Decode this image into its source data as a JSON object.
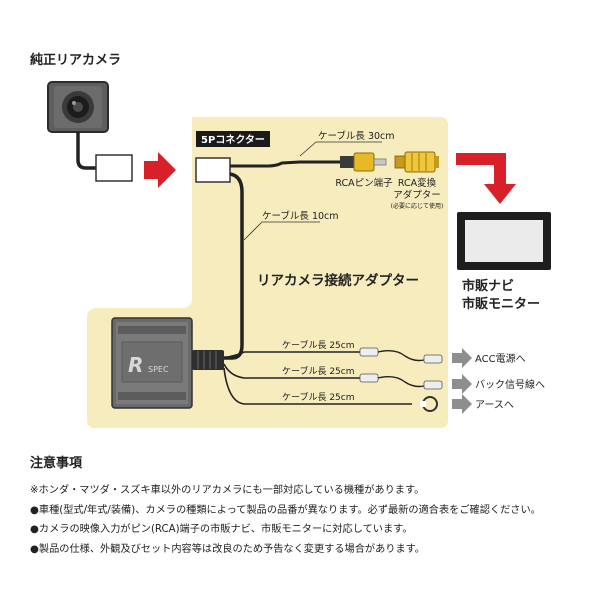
{
  "camera": {
    "label": "純正リアカメラ"
  },
  "connector": {
    "label": "5Pコネクター"
  },
  "cables": {
    "cable_30": "ケーブル長 30cm",
    "cable_10": "ケーブル長 10cm",
    "cable_25_a": "ケーブル長 25cm",
    "cable_25_b": "ケーブル長 25cm",
    "cable_25_c": "ケーブル長 25cm"
  },
  "rca_pin": {
    "label": "RCAピン端子"
  },
  "rca_adapter": {
    "line1": "RCA変換",
    "line2": "アダプター",
    "note": "(必要に応じて使用)"
  },
  "adapter": {
    "title": "リアカメラ接続アダプター",
    "logo_letter": "R",
    "logo_text": "SPEC"
  },
  "monitor": {
    "line1": "市販ナビ",
    "line2": "市販モニター"
  },
  "outputs": [
    "ACC電源へ",
    "バック信号線へ",
    "アースへ"
  ],
  "colors": {
    "accent_red": "#d8202a",
    "panel": "#f6ecbe",
    "rca_yellow": "#f0c63a"
  },
  "notes": {
    "title": "注意事項",
    "items": [
      "※ホンダ・マツダ・スズキ車以外のリアカメラにも一部対応している機種があります。",
      "●車種(型式/年式/装備)、カメラの種類によって製品の品番が異なります。必ず最新の適合表をご確認ください。",
      "●カメラの映像入力がピン(RCA)端子の市販ナビ、市販モニターに対応しています。",
      "●製品の仕様、外観及びセット内容等は改良のため予告なく変更する場合があります。"
    ]
  }
}
